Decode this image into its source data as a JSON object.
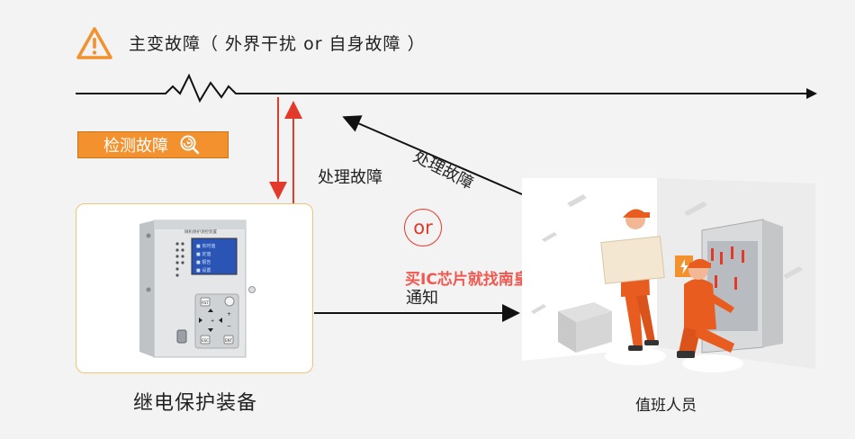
{
  "header": {
    "title": "主变故障（ 外界干扰 or 自身故障 ）"
  },
  "labels": {
    "detect_fault": "检测故障",
    "handle_fault_mid": "处理故障",
    "handle_fault_diag": "处理故障",
    "or": "or",
    "notify": "通知",
    "watermark": "买IC芯片就找南皇电子-IC供应商",
    "device": "继电保护装备",
    "staff": "值班人员"
  },
  "device_panel": {
    "screen_title": "微机保护测控装置",
    "screen_rows": [
      "■ 实时值",
      "■ 定值",
      "■ 报告",
      "■ 设置"
    ],
    "keys": {
      "rst": "RST",
      "esc": "ESC",
      "ent": "ENT"
    }
  },
  "colors": {
    "accent_orange": "#f2912d",
    "red": "#e23a2a",
    "card_border": "#f1c27a",
    "line": "#111111"
  },
  "icons": [
    "warning-icon",
    "search-icon"
  ]
}
